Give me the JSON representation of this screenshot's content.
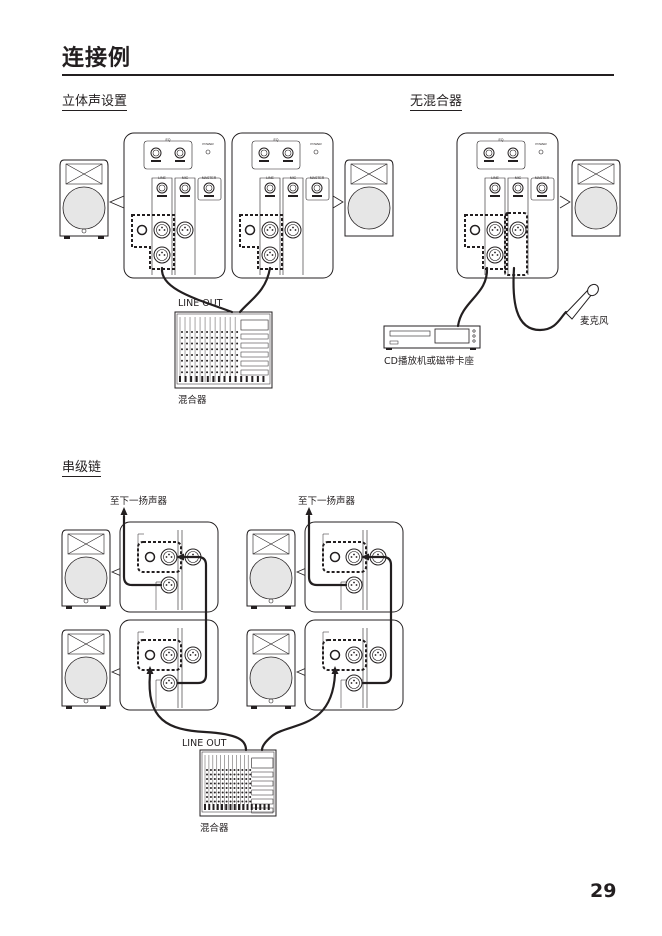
{
  "page": {
    "title": "连接例",
    "page_number": "29"
  },
  "sections": {
    "stereo": {
      "heading": "立体声设置",
      "line_out_label": "LINE OUT",
      "mixer_label": "混合器"
    },
    "no_mixer": {
      "heading": "无混合器",
      "cd_label": "CD播放机或磁带卡座",
      "mic_label": "麦克风"
    },
    "daisy_chain": {
      "heading": "串级链",
      "next_speaker_label": "至下一扬声器",
      "line_out_label": "LINE OUT",
      "mixer_label": "混合器"
    }
  },
  "panel_labels": {
    "eq": "EQ",
    "power": "POWER",
    "line": "LINE",
    "mic": "MIC",
    "master": "MASTER"
  },
  "colors": {
    "ink": "#231f20",
    "woofer": "#e6e6e6"
  }
}
